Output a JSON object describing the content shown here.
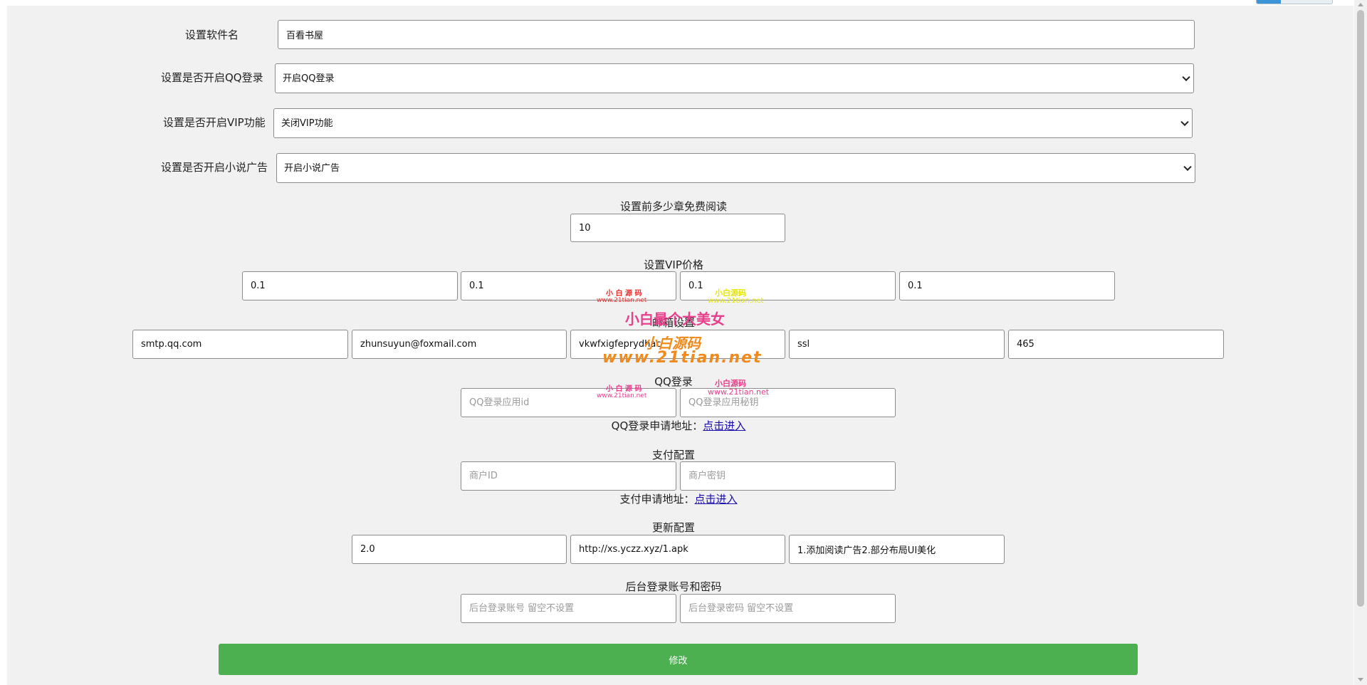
{
  "form": {
    "app_name_label": "设置软件名",
    "app_name_value": "百看书屋",
    "qq_login_label": "设置是否开启QQ登录",
    "qq_login_value": "开启QQ登录",
    "vip_label": "设置是否开启VIP功能",
    "vip_value": "关闭VIP功能",
    "novel_ad_label": "设置是否开启小说广告",
    "novel_ad_value": "开启小说广告",
    "free_chapters_label": "设置前多少章免费阅读",
    "free_chapters_value": "10",
    "vip_price_label": "设置VIP价格",
    "vip_prices": [
      "0.1",
      "0.1",
      "0.1",
      "0.1"
    ],
    "mail_label": "邮箱设置",
    "mail_values": [
      "smtp.qq.com",
      "zhunsuyun@foxmail.com",
      "vkwfxigfeprydhac",
      "ssl",
      "465"
    ],
    "qq_section_label": "QQ登录",
    "qq_app_id_placeholder": "QQ登录应用id",
    "qq_app_secret_placeholder": "QQ登录应用秘钥",
    "qq_apply_text": "QQ登录申请地址：",
    "qq_apply_link": "点击进入",
    "pay_label": "支付配置",
    "merchant_id_placeholder": "商户ID",
    "merchant_key_placeholder": "商户密钥",
    "pay_apply_text": "支付申请地址：",
    "pay_apply_link": "点击进入",
    "update_label": "更新配置",
    "update_version": "2.0",
    "update_url": "http://xs.yczz.xyz/1.apk",
    "update_notes": "1.添加阅读广告2.部分布局UI美化",
    "admin_label": "后台登录账号和密码",
    "admin_user_placeholder": "后台登录账号 留空不设置",
    "admin_pass_placeholder": "后台登录密码 留空不设置",
    "submit_label": "修改"
  },
  "watermarks": {
    "small_cn_1": "小 白 源 码",
    "small_url_1": "www.21tian.net",
    "small_cn_2": "小白源码",
    "small_url_2": "www.21tian.net",
    "big_line_1": "小白最个大美女",
    "big_line_2": "小白源码",
    "big_line_3": "www.21tian.net",
    "small_cn_3": "小 白 源 码",
    "small_url_3": "www.21tian.net",
    "small_cn_4": "小白源码",
    "small_url_4": "www.21tian.net"
  },
  "colors": {
    "submit_green": "#4caf50",
    "panel_bg": "#f1f1f1",
    "link_blue": "#1a0dab",
    "watermark_red": "#e8302f",
    "watermark_yellow": "#e6e600",
    "watermark_pink": "#e83e8c",
    "watermark_orange": "#f08a1c"
  }
}
